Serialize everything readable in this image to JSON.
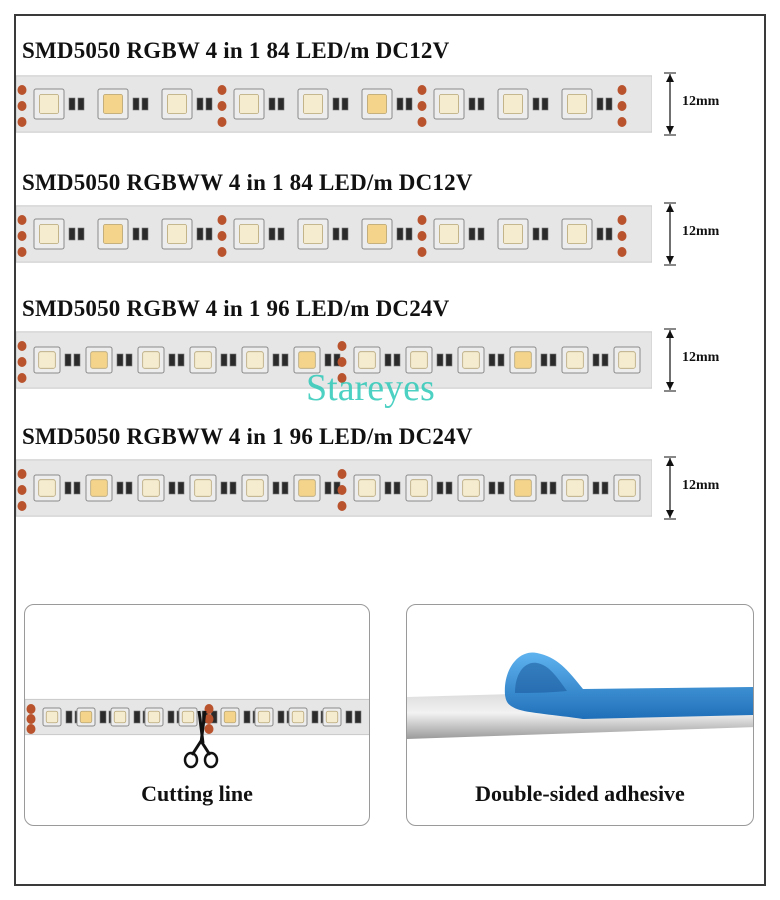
{
  "strips": [
    {
      "title": "SMD5050 RGBW 4 in 1 84 LED/m DC12V",
      "width_label": "12mm"
    },
    {
      "title": "SMD5050 RGBWW 4 in 1 84 LED/m DC12V",
      "width_label": "12mm"
    },
    {
      "title": "SMD5050 RGBW 4 in 1 96 LED/m DC24V",
      "width_label": "12mm"
    },
    {
      "title": "SMD5050 RGBWW 4 in 1 96 LED/m DC24V",
      "width_label": "12mm"
    }
  ],
  "watermark": "Stareyes",
  "panels": {
    "cutting": {
      "caption": "Cutting line"
    },
    "adhesive": {
      "caption": "Double-sided adhesive"
    }
  },
  "colors": {
    "strip": "#e6e6e6",
    "pad": "#b8532e",
    "led_body": "#ededed",
    "tape_blue": "#2f8fd8",
    "watermark": "#2ec9b8"
  }
}
